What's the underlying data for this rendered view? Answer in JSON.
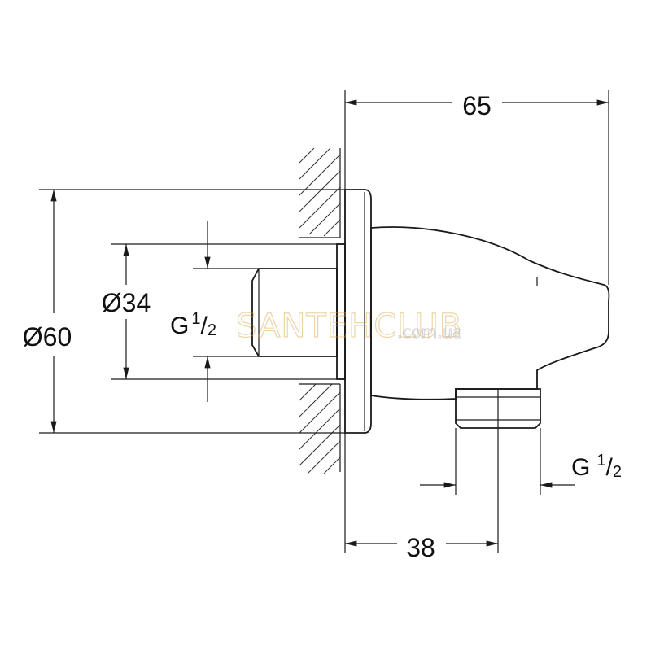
{
  "dimensions": {
    "overall_length": "65",
    "outlet_offset": "38",
    "flange_diameter": "Ø60",
    "inlet_diameter": "Ø34",
    "inlet_thread": {
      "letter": "G",
      "num": "1",
      "den": "2"
    },
    "outlet_thread": {
      "letter": "G",
      "num": "1",
      "den": "2"
    }
  },
  "watermark": {
    "brand": "SANTEHCLUB",
    "domain": ".com.ua"
  },
  "colors": {
    "line": "#1a1a1a",
    "watermark": "#d8a340"
  }
}
